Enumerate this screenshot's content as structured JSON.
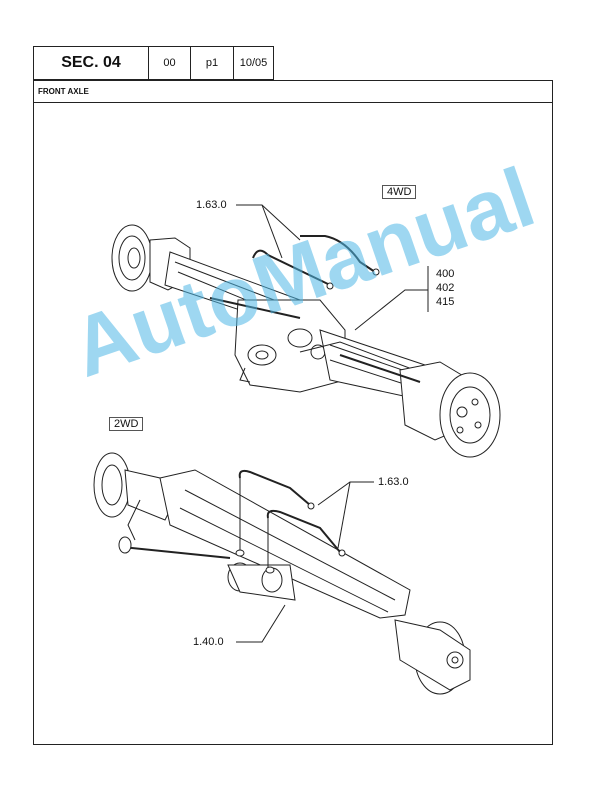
{
  "header": {
    "section": "SEC. 04",
    "number": "00",
    "page": "p1",
    "date": "10/05"
  },
  "title": "FRONT AXLE",
  "callouts": {
    "fwd_tag": "4WD",
    "twd_tag": "2WD",
    "ref_top": "1.63.0",
    "ref_list": [
      "400",
      "402",
      "415"
    ],
    "ref_mid": "1.63.0",
    "ref_bottom": "1.40.0"
  },
  "watermark": "AutoManual"
}
